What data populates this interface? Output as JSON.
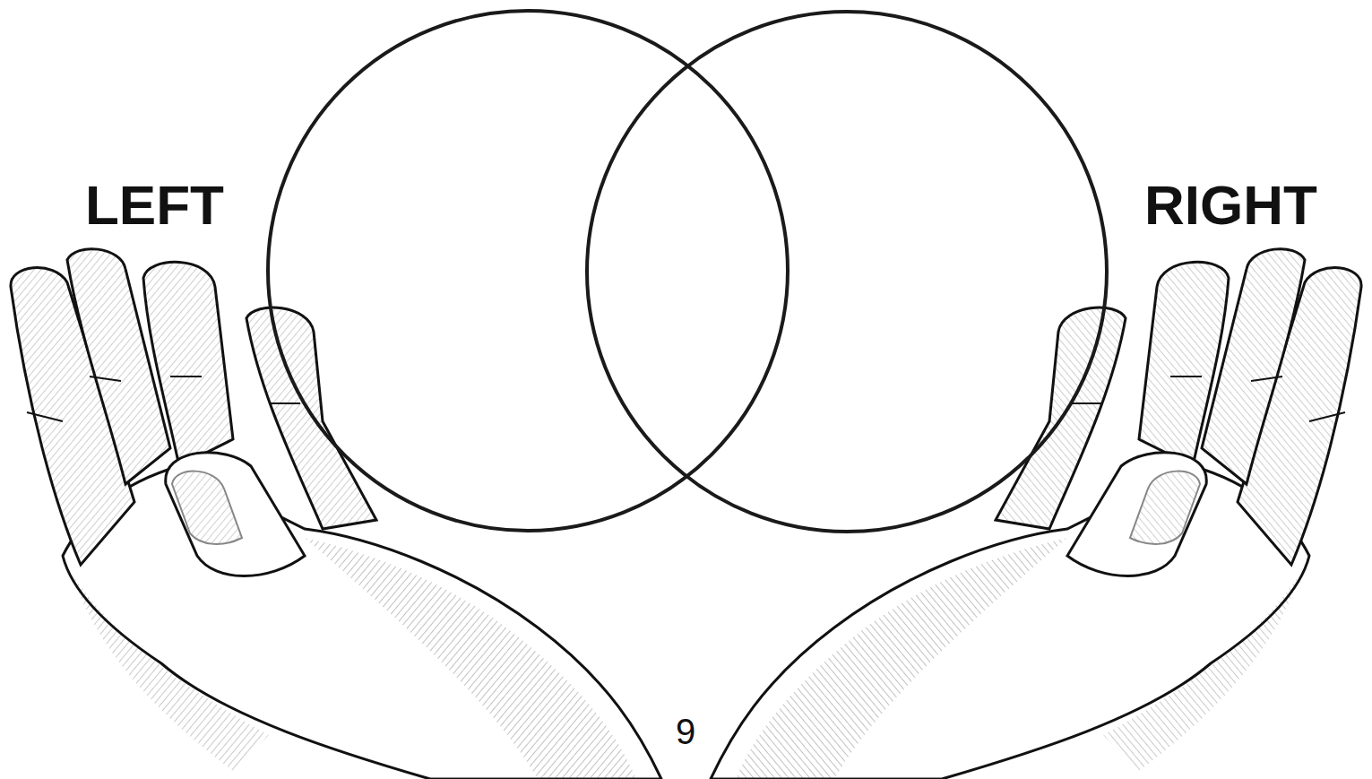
{
  "diagram": {
    "labels": [
      "LEFT",
      "RIGHT",
      "9"
    ]
  }
}
